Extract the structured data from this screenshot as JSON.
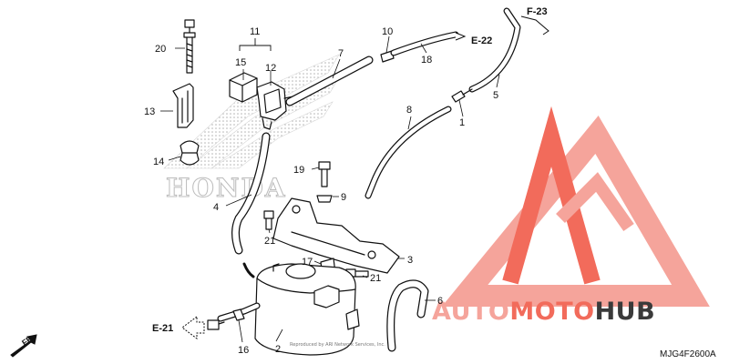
{
  "diagram": {
    "part_callouts": [
      "1",
      "2",
      "3",
      "4",
      "5",
      "6",
      "7",
      "8",
      "9",
      "10",
      "11",
      "12",
      "13",
      "14",
      "15",
      "16",
      "17",
      "18",
      "19",
      "20",
      "21",
      "21"
    ],
    "references": [
      "F-23",
      "E-22",
      "E-21"
    ],
    "direction_label": "FR.",
    "diagram_code": "MJG4F2600A",
    "background_brand": "HONDA",
    "copyright_note": "Reproduced by ARI Network Services, Inc."
  },
  "watermark": {
    "text_prefix": "AUTO",
    "text_middle": "MOTO",
    "text_suffix": "HUB",
    "colors": {
      "primary": "#f26b5b",
      "light": "#f5a49b",
      "dark": "#3a3a3a"
    }
  },
  "colors": {
    "line": "#111111",
    "hatch": "#b0b0b0"
  }
}
